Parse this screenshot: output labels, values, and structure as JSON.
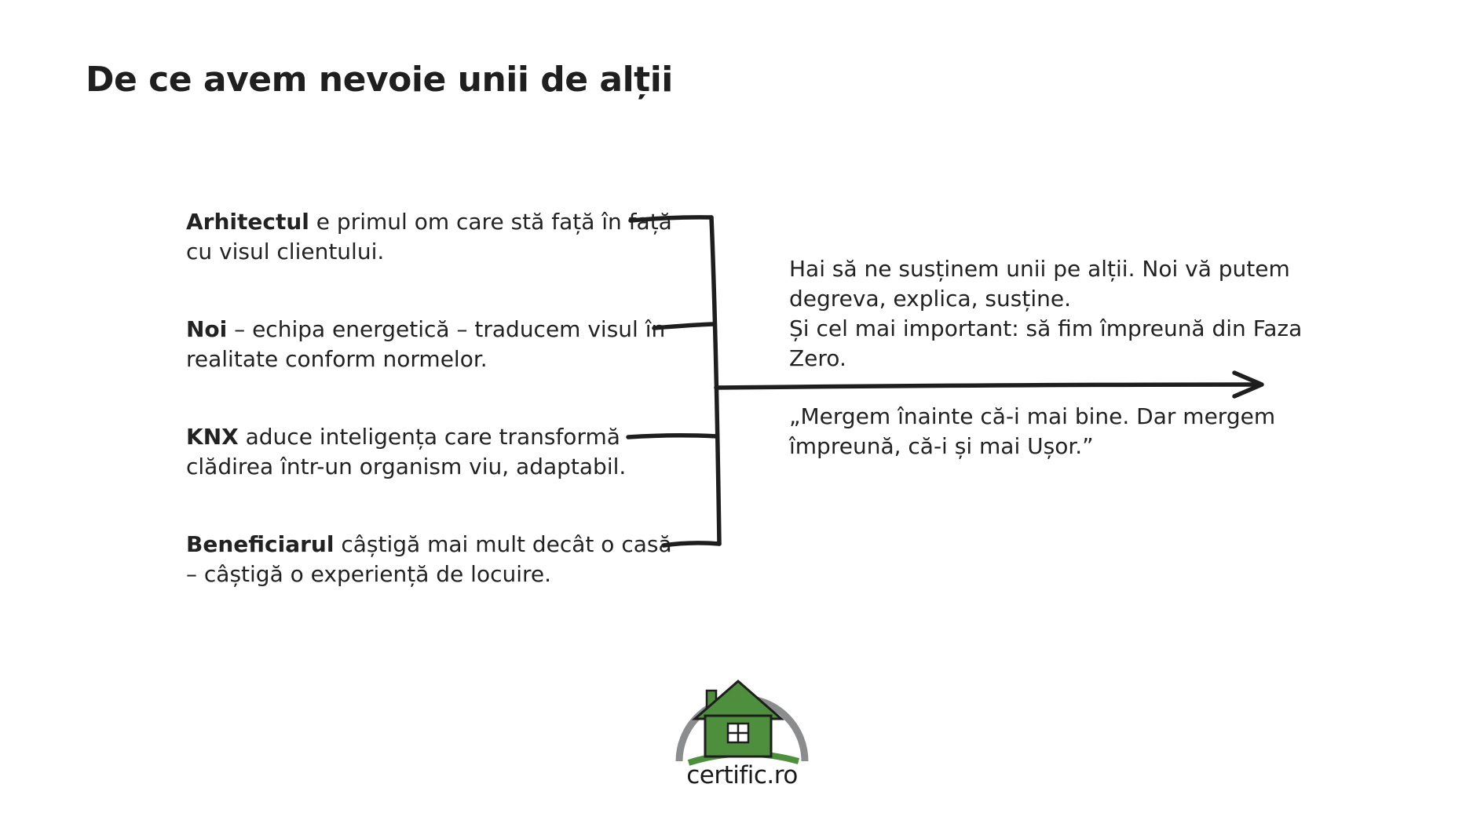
{
  "title": "De ce avem nevoie unii de alții",
  "items": [
    {
      "bold": "Arhitectul",
      "text": " e primul om care stă față în față cu visul clientului."
    },
    {
      "bold": "Noi",
      "text": " – echipa energetică – traducem visul în realitate conform normelor."
    },
    {
      "bold": "KNX",
      "text": " aduce inteligența care transformă clădirea într-un organism viu, adaptabil."
    },
    {
      "bold": "Beneficiarul",
      "text": " câștigă mai mult decât o casă – câștigă o experiență de locuire."
    }
  ],
  "right": {
    "line1": "Hai să ne susținem unii pe alții. Noi vă putem degreva, explica, susține.",
    "line2": "Și cel mai important: să fim împreună din Faza Zero.",
    "quote": "„Mergem înainte că-i mai bine. Dar mergem împreună, că-i și mai Ușor.”"
  },
  "logo": {
    "text": "certific.ro",
    "icon": "house-icon"
  },
  "colors": {
    "house_green": "#4e8f3e",
    "ring_gray": "#8a8c8e",
    "line_dark": "#1e1e1e"
  }
}
